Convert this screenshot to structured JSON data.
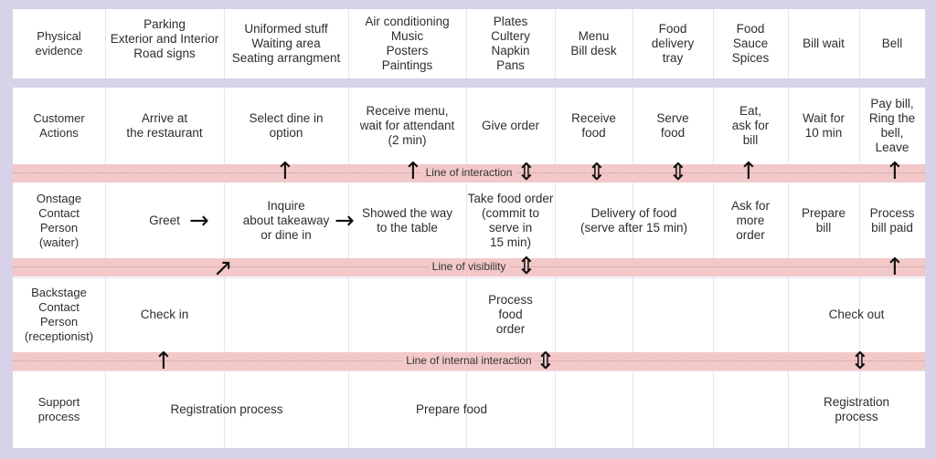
{
  "rows": {
    "physical_evidence": {
      "label": "Physical\nevidence",
      "cells": [
        "Parking\nExterior and Interior\nRoad signs",
        "Uniformed stuff\nWaiting area\nSeating arrangment",
        "Air conditioning\nMusic\nPosters\nPaintings",
        "Plates\nCultery\nNapkin\nPans",
        "Menu\nBill desk",
        "Food\ndelivery\ntray",
        "Food\nSauce\nSpices",
        "Bill wait",
        "Bell"
      ]
    },
    "customer_actions": {
      "label": "Customer\nActions",
      "cells": [
        "Arrive at\nthe restaurant",
        "Select dine in\noption",
        "Receive menu,\nwait for attendant\n(2 min)",
        "Give order",
        "Receive\nfood",
        "Serve\nfood",
        "Eat,\nask for\nbill",
        "Wait for\n10 min",
        "Pay bill,\nRing the\nbell,\nLeave"
      ]
    },
    "onstage": {
      "label": "Onstage\nContact\nPerson\n(waiter)",
      "cells": {
        "greet": "Greet",
        "inquire": "Inquire\nabout takeaway\nor dine in",
        "showed": "Showed the way\nto the table",
        "take_order": "Take food order\n(commit to\nserve in\n15 min)",
        "delivery": "Delivery of food\n(serve after 15 min)",
        "ask_more": "Ask for\nmore\norder",
        "prepare_bill": "Prepare\nbill",
        "process_bill": "Process\nbill paid"
      }
    },
    "backstage": {
      "label": "Backstage\nContact\nPerson\n(receptionist)",
      "cells": {
        "check_in": "Check in",
        "process_food": "Process\nfood\norder",
        "check_out": "Check out"
      }
    },
    "support": {
      "label": "Support\nprocess",
      "cells": {
        "registration": "Registration process",
        "prepare_food": "Prepare food",
        "registration_2": "Registration\nprocess"
      }
    }
  },
  "lines": {
    "interaction": "Line of interaction",
    "visibility": "Line of visibility",
    "internal": "Line of internal interaction"
  },
  "colors": {
    "background": "#d7d2e8",
    "line_band": "#f2c8c8",
    "panel": "#ffffff"
  }
}
